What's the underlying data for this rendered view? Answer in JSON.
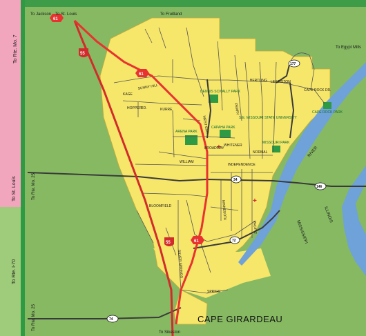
{
  "title": "CAPE GIRARDEAU",
  "edge_labels": {
    "to_jackson": "To Jackson",
    "to_st_louis_top": "To St. Louis",
    "to_fruitland": "To Fruitland",
    "to_egypt_mills": "To Egypt Mills",
    "to_sikeston": "To Sikeston",
    "to_rte_mo7": "To Rte. Mo. 7",
    "to_rte_mo25_upper": "To Rte. Mo. 25",
    "to_st_louis_side": "To St. Louis",
    "to_rte_i70": "To Rte. I-70",
    "to_rte_mo25_lower": "To Rte. Mo. 25"
  },
  "rivers": {
    "mississippi": "MISSISSIPPI",
    "river": "RIVER",
    "illinois": "ILLINOIS"
  },
  "parks": {
    "dennis_scivally": "DENNIS SCIVALLY PARK",
    "capaha": "CAPAHA PARK",
    "se_missouri": "S.E. MISSOURI STATE UNIVERSITY",
    "missouri_park": "MISSOURI PARK",
    "arena": "ARENA PARK",
    "cape_rock": "CAPE ROCK PARK"
  },
  "streets": {
    "bertling": "BERTLING",
    "broadway": "BROADWAY",
    "independence": "INDEPENDENCE",
    "william": "WILLIAM",
    "bloomfield": "BLOOMFIELD",
    "whitener": "WHITENER",
    "normal": "NORMAL",
    "sprigg": "SPRIGG",
    "hopper": "HOPPER",
    "kage": "KAGE",
    "kurre": "KURRE",
    "west_end": "WEST END",
    "perry": "PERRY",
    "sunny_hill": "SUNNY HILL",
    "silver_springs": "SILVER SPRINGS",
    "minnesota": "MINNESOTA",
    "pacific": "PACIFIC",
    "hwy_rd": "RD.",
    "lexington": "LEXINGTON",
    "cape_rock_dr": "CAPE ROCK DR."
  },
  "routes": {
    "us61": "61",
    "i55": "55",
    "r74": "74",
    "r177": "177",
    "r146": "146",
    "r34": "34",
    "r72": "72"
  },
  "colors": {
    "city": "#f6e66a",
    "background": "#7fb35a",
    "river": "#6fa2d8",
    "interstate": "#d22b2b",
    "us_route": "#e8322f",
    "side_panel": "#f2a6be",
    "frame": "#45a249"
  }
}
